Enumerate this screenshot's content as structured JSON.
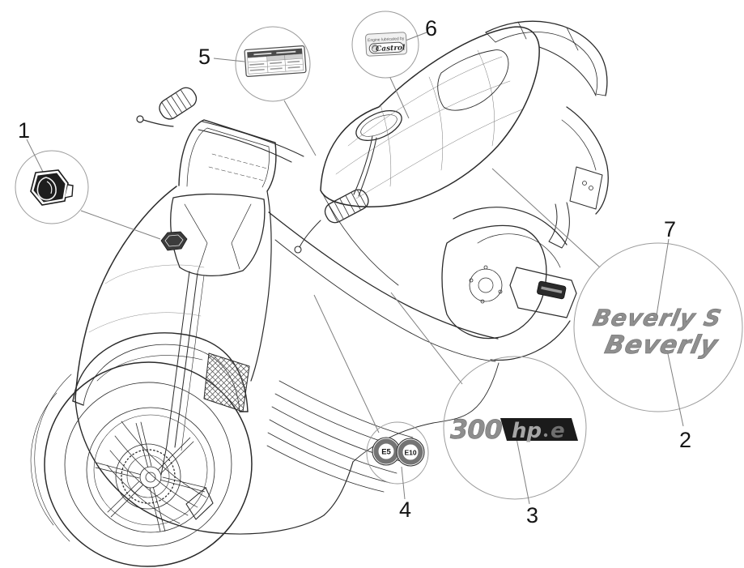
{
  "figure": {
    "kind": "scooter-decal-parts-diagram",
    "description": "Line-art exploded diagram of a Piaggio Beverly scooter with numbered callouts for decals and emblems"
  },
  "colors": {
    "background": "#ffffff",
    "line_art": "#2b2b2b",
    "light_line": "#8d8d8d",
    "callout_outline": "#9c9c9c",
    "number_color": "#141414",
    "decal_gray": "#8f8f8f",
    "decal_dark": "#1c1c1c",
    "ring_gray": "#747474"
  },
  "callouts": [
    {
      "number": "1",
      "part": "piaggio-hexagon-emblem"
    },
    {
      "number": "2",
      "part": "beverly-decal"
    },
    {
      "number": "3",
      "part": "300-hpe-decal"
    },
    {
      "number": "4",
      "part": "e5-e10-fuel-badges"
    },
    {
      "number": "5",
      "part": "tyre-pressure-data-label"
    },
    {
      "number": "6",
      "part": "engine-oil-sticker"
    },
    {
      "number": "7",
      "part": "beverly-s-decal"
    }
  ],
  "decals": {
    "castrol_sticker": {
      "line1": "Engine lubricated by",
      "brand": "Castrol"
    },
    "beverly_s_text": "Beverly S",
    "beverly_text": "Beverly",
    "hpe_logo": {
      "prefix": "300",
      "mid": "hp",
      "suffix": "e"
    },
    "fuel_badges": {
      "left": "E5",
      "right": "E10"
    }
  }
}
